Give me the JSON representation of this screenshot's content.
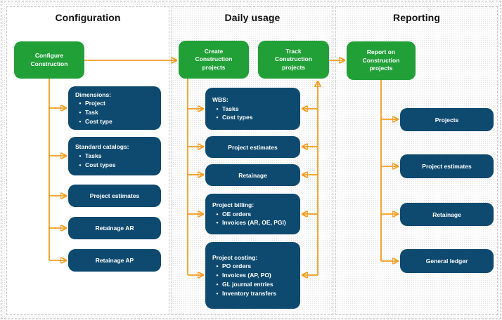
{
  "diagram": {
    "colors": {
      "green_box": "#21A038",
      "navy_box": "#0E4A70",
      "arrow_orange": "#F89C1C",
      "panel_border": "#c6c6c6",
      "title_text": "#111111"
    },
    "columns": [
      {
        "title": "Configuration",
        "green": [
          "Configure Construction"
        ],
        "boxes": [
          {
            "title": "Dimensions:",
            "bullets": [
              "Project",
              "Task",
              "Cost type"
            ]
          },
          {
            "title": "Standard catalogs:",
            "bullets": [
              "Tasks",
              "Cost types"
            ]
          },
          {
            "label": "Project estimates"
          },
          {
            "label": "Retainage AR"
          },
          {
            "label": "Retainage AP"
          }
        ]
      },
      {
        "title": "Daily usage",
        "green": [
          "Create Construction projects",
          "Track Construction projects"
        ],
        "boxes": [
          {
            "title": "WBS:",
            "bullets": [
              "Tasks",
              "Cost types"
            ]
          },
          {
            "label": "Project estimates"
          },
          {
            "label": "Retainage"
          },
          {
            "title": "Project billing:",
            "bullets": [
              "OE orders",
              "Invoices (AR, OE, PGI)"
            ]
          },
          {
            "title": "Project costing:",
            "bullets": [
              "PO orders",
              "Invoices (AP, PO)",
              "GL journal entries",
              "Inventory transfers"
            ]
          }
        ]
      },
      {
        "title": "Reporting",
        "green": [
          "Report on Construction projects"
        ],
        "boxes": [
          {
            "label": "Projects"
          },
          {
            "label": "Project estimates"
          },
          {
            "label": "Retainage"
          },
          {
            "label": "General ledger"
          }
        ]
      }
    ]
  }
}
